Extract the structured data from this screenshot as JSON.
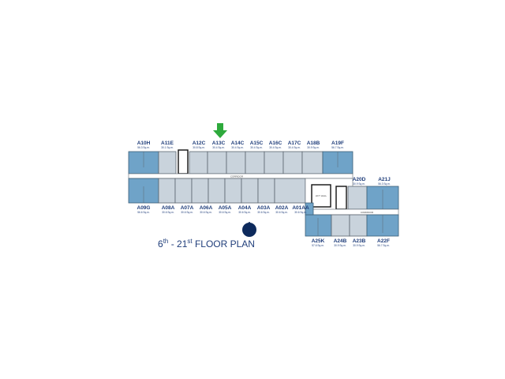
{
  "title": {
    "main": "6",
    "sup1": "th",
    "sep": " - 21",
    "sup2": "st",
    "rest": " FLOOR PLAN"
  },
  "corridor_label": "CORRIDOR",
  "lift_hall_label": "LIFT HALL",
  "colors": {
    "unit": "#c9d3dc",
    "highlight_unit": "#6fa3c8",
    "label": "#1f3d7a",
    "arrow": "#2eaa3c",
    "compass": "#0d2a5c"
  },
  "pointer": {
    "icon": "down-arrow-icon",
    "target_unit": "A13C"
  },
  "top_row": [
    {
      "name": "A10H",
      "area": "56.3 Sq.m."
    },
    {
      "name": "A11E",
      "area": "30.1 Sq.m."
    },
    {
      "name": "A12C",
      "area": "30.8 Sq.m."
    },
    {
      "name": "A13C",
      "area": "30.4 Sq.m."
    },
    {
      "name": "A14C",
      "area": "30.4 Sq.m."
    },
    {
      "name": "A15C",
      "area": "30.4 Sq.m."
    },
    {
      "name": "A16C",
      "area": "30.4 Sq.m."
    },
    {
      "name": "A17C",
      "area": "30.4 Sq.m."
    },
    {
      "name": "A18B",
      "area": "30.9 Sq.m."
    },
    {
      "name": "A19F",
      "area": "56.7 Sq.m."
    }
  ],
  "bottom_row": [
    {
      "name": "A09G",
      "area": "56.6 Sq.m."
    },
    {
      "name": "A08A",
      "area": "30.6 Sq.m."
    },
    {
      "name": "A07A",
      "area": "30.6 Sq.m."
    },
    {
      "name": "A06A",
      "area": "30.6 Sq.m."
    },
    {
      "name": "A05A",
      "area": "30.6 Sq.m."
    },
    {
      "name": "A04A",
      "area": "30.6 Sq.m."
    },
    {
      "name": "A03A",
      "area": "30.6 Sq.m."
    },
    {
      "name": "A02A",
      "area": "30.6 Sq.m."
    },
    {
      "name": "A01AA",
      "area": "30.6 Sq.m."
    }
  ],
  "right_top": [
    {
      "name": "A20D",
      "area": "30.9 Sq.m."
    },
    {
      "name": "A21J",
      "area": "56.3 Sq.m."
    }
  ],
  "right_bottom": [
    {
      "name": "A25K",
      "area": "57.6 Sq.m."
    },
    {
      "name": "A24B",
      "area": "30.9 Sq.m."
    },
    {
      "name": "A23B",
      "area": "30.9 Sq.m."
    },
    {
      "name": "A22F",
      "area": "56.7 Sq.m."
    }
  ]
}
